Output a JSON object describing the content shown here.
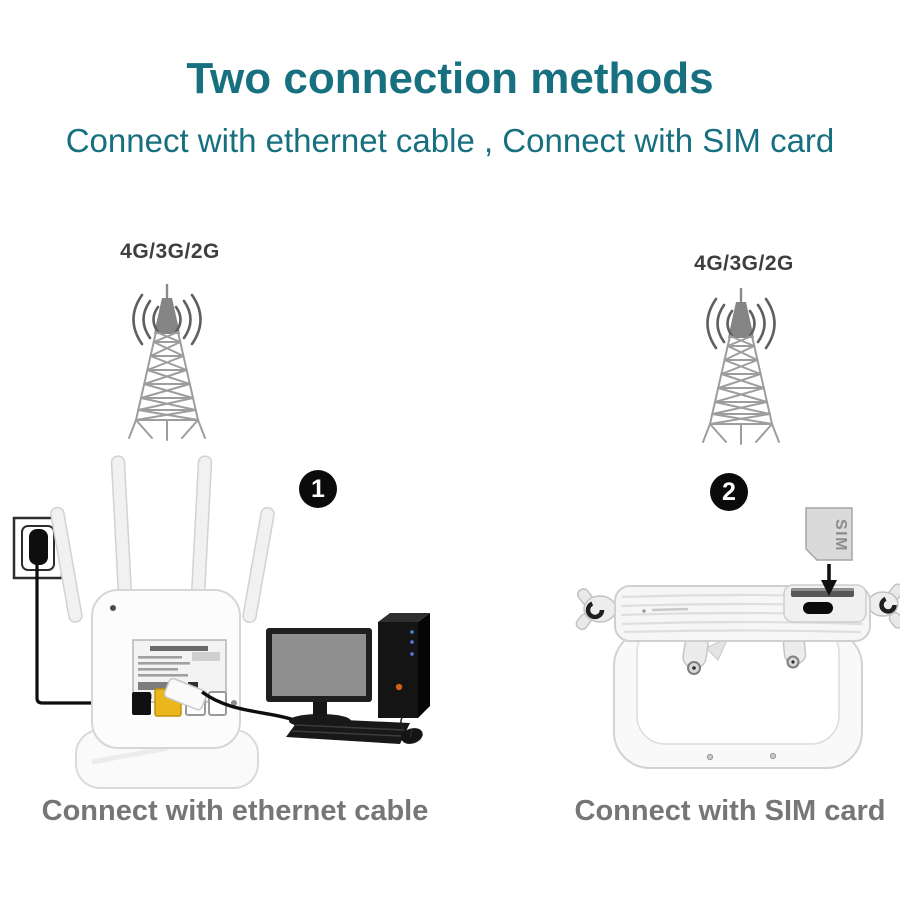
{
  "header": {
    "title": "Two connection methods",
    "subtitle": "Connect with ethernet cable , Connect with SIM card"
  },
  "methods": [
    {
      "number": "1",
      "network_label": "4G/3G/2G",
      "caption": "Connect with ethernet cable"
    },
    {
      "number": "2",
      "network_label": "4G/3G/2G",
      "caption": "Connect with SIM card"
    }
  ],
  "sim_card": {
    "label": "SIM"
  },
  "colors": {
    "accent_teal": "#17707F",
    "caption_gray": "#767676",
    "badge_black": "#0B0B0B",
    "tower_label": "#3F3F3F"
  }
}
